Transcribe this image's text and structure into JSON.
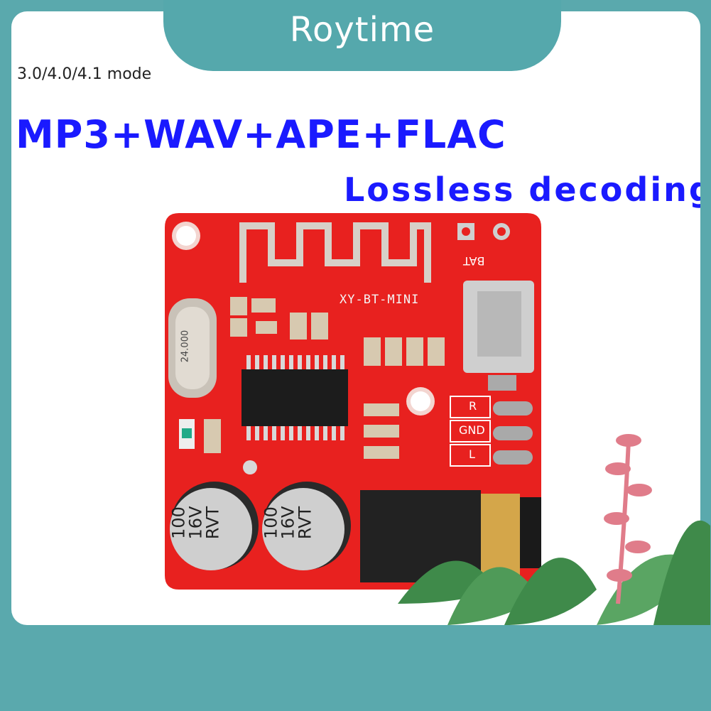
{
  "banner": {
    "brand": "Roytime"
  },
  "headline": {
    "mode_text": "3.0/4.0/4.1 mode",
    "formats_text": "MP3+WAV+APE+FLAC",
    "decoding_text": "Lossless decoding"
  },
  "board": {
    "model": "XY-BT-MINI",
    "battery_label": "BAT",
    "crystal_label": "24.000",
    "capacitor_left": "100\n16V\nRVT",
    "capacitor_right": "100\n16V\nRVT",
    "pin_r": "R",
    "pin_gnd": "GND",
    "pin_l": "L"
  },
  "colors": {
    "frame": "#5aa9ad",
    "board_red": "#e8211f",
    "text_blue": "#1a1aff",
    "leaf_green": "#3f8a4a",
    "flower_pink": "#e07c8a"
  }
}
